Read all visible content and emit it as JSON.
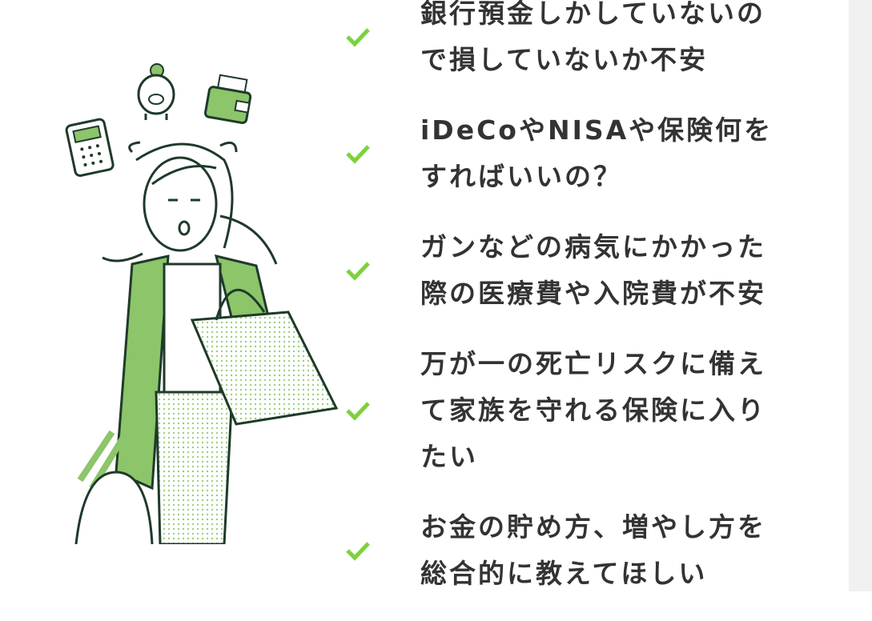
{
  "colors": {
    "check": "#7cd23a",
    "jacket": "#8cc56a",
    "ink": "#1f3a2a",
    "text": "#333333",
    "scrollbar": "#f1f1f1"
  },
  "illustration": {
    "icons": [
      "calculator-icon",
      "piggy-bank-icon",
      "wallet-icon"
    ]
  },
  "checklist": [
    {
      "lines": [
        "銀行預金しかしていないの",
        "で損していないか不安"
      ]
    },
    {
      "lines": [
        "iDeCoやNISAや保険何を",
        "すればいいの？"
      ]
    },
    {
      "lines": [
        "ガンなどの病気にかかった",
        "際の医療費や入院費が不安"
      ]
    },
    {
      "lines": [
        "万が一の死亡リスクに備え",
        "て家族を守れる保険に入り",
        "たい"
      ]
    },
    {
      "lines": [
        "お金の貯め方、増やし方を",
        "総合的に教えてほしい"
      ]
    }
  ]
}
